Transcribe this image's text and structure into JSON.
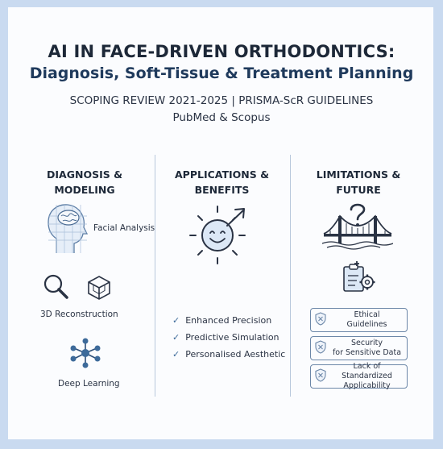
{
  "header": {
    "title_line1": "AI IN FACE-DRIVEN ORTHODONTICS:",
    "title_line2": "Diagnosis, Soft-Tissue & Treatment Planning",
    "subtitle": "SCOPING REVIEW 2021-2025 | PRISMA-ScR GUIDELINES",
    "sources": "PubMed & Scopus"
  },
  "columns": {
    "diagnosis": {
      "heading_line1": "DIAGNOSIS &",
      "heading_line2": "MODELING",
      "items": [
        {
          "label": "Facial Analysis",
          "icon": "head-brain-icon"
        },
        {
          "label": "3D Reconstruction",
          "icon": "magnifier-cube-icon"
        },
        {
          "label": "Deep Learning",
          "icon": "network-icon"
        }
      ]
    },
    "applications": {
      "heading_line1": "APPLICATIONS &",
      "heading_line2": "BENEFITS",
      "icon": "smiling-sun-arrow-icon",
      "benefits": [
        "Enhanced Precision",
        "Predictive Simulation",
        "Personalised Aesthetic"
      ]
    },
    "limitations": {
      "heading_line1": "LIMITATIONS &",
      "heading_line2": "FUTURE",
      "icons": [
        "bridge-question-icon",
        "clipboard-gear-icon"
      ],
      "boxes": [
        {
          "line1": "Ethical",
          "line2": "Guidelines"
        },
        {
          "line1": "Security",
          "line2": "for Sensitive Data"
        },
        {
          "line1": "Lack of Standardized",
          "line2": "Applicability"
        }
      ]
    }
  },
  "colors": {
    "background": "#c9daf0",
    "card": "#fbfcfe",
    "title": "#1d2838",
    "accent": "#3d6a9a",
    "divider": "#b8c8dc"
  }
}
